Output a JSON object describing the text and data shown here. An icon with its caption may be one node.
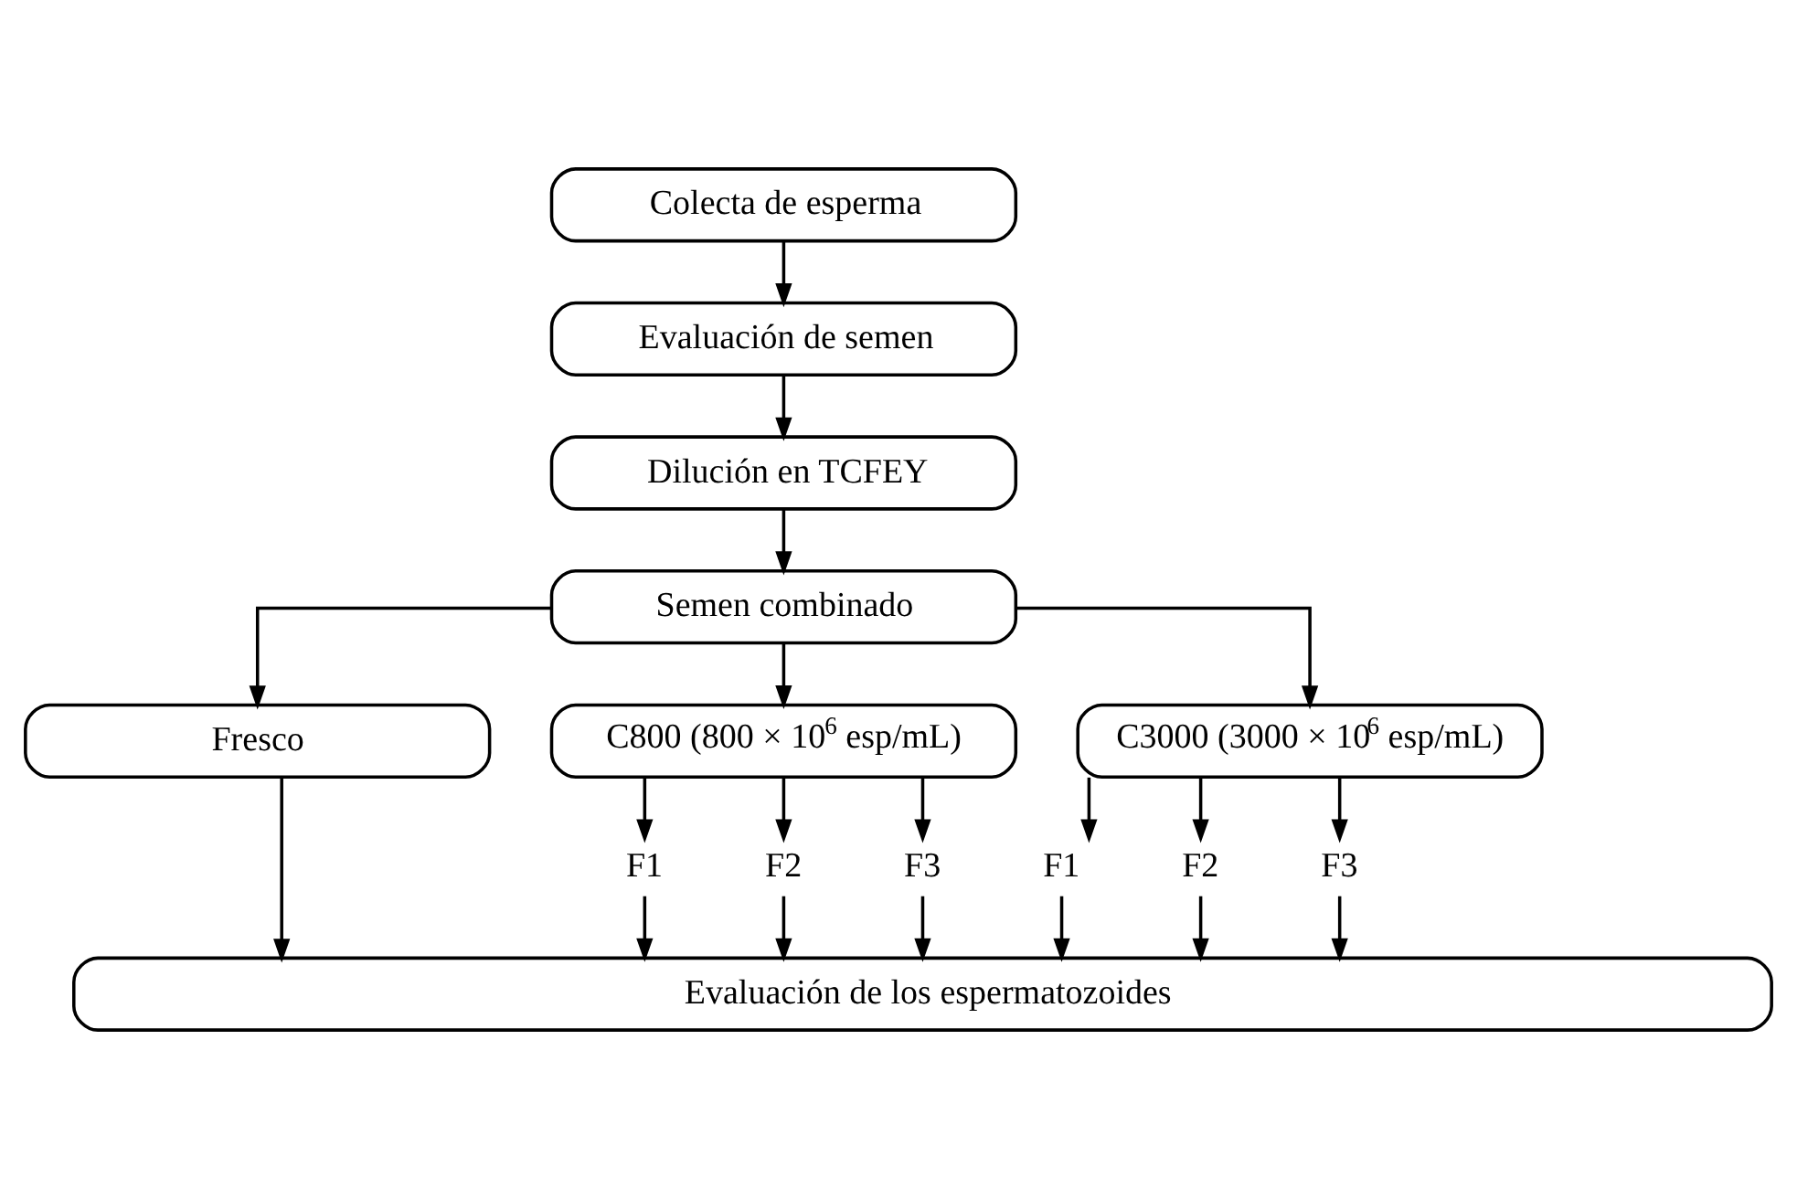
{
  "diagram": {
    "nodes": [
      {
        "text": [
          "Colecta de esperma"
        ]
      },
      {
        "text": [
          "Evaluación de semen"
        ]
      },
      {
        "text": [
          "Dilución en TCFEY"
        ]
      },
      {
        "text": [
          "Semen combinado"
        ]
      },
      {
        "text": [
          "Fresco"
        ]
      },
      {
        "text": [
          "C800 (800 × 10$^{6}$ esp/mL)"
        ]
      },
      {
        "text": [
          "C3000 (3000 × 10$^{6}$ esp/mL)"
        ]
      },
      {
        "text": [
          "F1"
        ]
      },
      {
        "text": [
          "F2"
        ]
      },
      {
        "text": [
          "F3"
        ]
      },
      {
        "text": [
          "F1"
        ]
      },
      {
        "text": [
          "F2"
        ]
      },
      {
        "text": [
          "F3"
        ]
      },
      {
        "text": [
          "Evaluación de los espermatozoides"
        ]
      }
    ],
    "edges": [
      {
        "from": 0,
        "to": 1,
        "arrow": "to"
      },
      {
        "from": 1,
        "to": 2,
        "arrow": "to"
      },
      {
        "from": 2,
        "to": 3,
        "arrow": "to"
      },
      {
        "from": 3,
        "to": 4,
        "arrow": "to"
      },
      {
        "from": 3,
        "to": 5,
        "arrow": "to"
      },
      {
        "from": 3,
        "to": 6,
        "arrow": "to"
      },
      {
        "from": 5,
        "to": 7,
        "arrow": "to"
      },
      {
        "from": 5,
        "to": 8,
        "arrow": "to"
      },
      {
        "from": 5,
        "to": 9,
        "arrow": "to"
      },
      {
        "from": 6,
        "to": 10,
        "arrow": "to"
      },
      {
        "from": 6,
        "to": 11,
        "arrow": "to"
      },
      {
        "from": 6,
        "to": 12,
        "arrow": "to"
      },
      {
        "from": 4,
        "to": 13,
        "arrow": "to"
      },
      {
        "from": 7,
        "to": 13,
        "arrow": "to"
      },
      {
        "from": 8,
        "to": 13,
        "arrow": "to"
      },
      {
        "from": 9,
        "to": 13,
        "arrow": "to"
      },
      {
        "from": 10,
        "to": 13,
        "arrow": "to"
      },
      {
        "from": 11,
        "to": 13,
        "arrow": "to"
      },
      {
        "from": 12,
        "to": 13,
        "arrow": "to"
      }
    ]
  }
}
